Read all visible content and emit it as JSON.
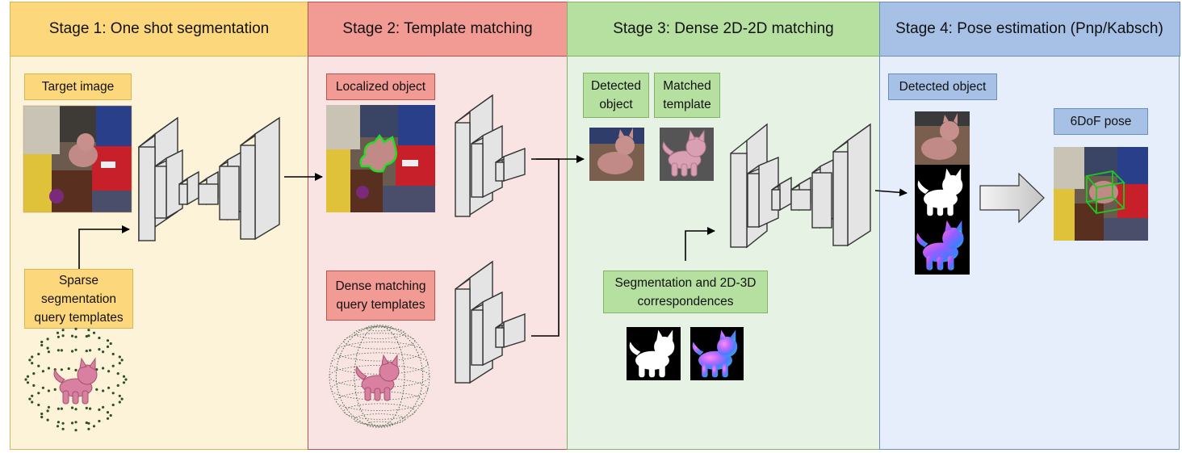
{
  "stages": [
    {
      "title": "Stage 1: One shot segmentation"
    },
    {
      "title": "Stage 2: Template matching"
    },
    {
      "title": "Stage 3: Dense 2D-2D matching"
    },
    {
      "title": "Stage 4: Pose estimation (Pnp/Kabsch)"
    }
  ],
  "stage1": {
    "target_label": "Target image",
    "templates_label": [
      "Sparse",
      "segmentation",
      "query templates"
    ]
  },
  "stage2": {
    "localized_label": "Localized object",
    "dense_templates_label": [
      "Dense matching",
      "query templates"
    ]
  },
  "stage3": {
    "detected_label": [
      "Detected",
      "object"
    ],
    "matched_label": [
      "Matched",
      "template"
    ],
    "segcorr_label": [
      "Segmentation and 2D-3D",
      "correspondences"
    ]
  },
  "stage4": {
    "detected_label": "Detected object",
    "pose_label": "6DoF pose"
  },
  "colors": {
    "stage1": "#fcd77c",
    "stage2": "#f29a94",
    "stage3": "#b5e0a0",
    "stage4": "#a6c0e6",
    "mask_green": "#22dd22",
    "pose_box_green": "#1ec81e"
  }
}
